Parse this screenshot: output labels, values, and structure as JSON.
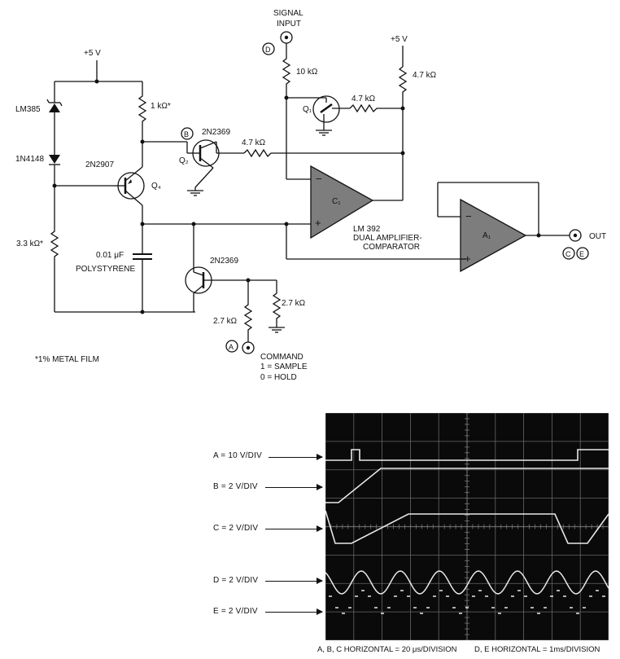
{
  "schematic": {
    "supply_left": "+5 V",
    "supply_right": "+5 V",
    "signal_input": [
      "SIGNAL",
      "INPUT"
    ],
    "node_d": "D",
    "node_b": "B",
    "node_a": "A",
    "node_c": "C",
    "node_e": "E",
    "lm385": "LM385",
    "diode": "1N4148",
    "r_1k": "1 kΩ*",
    "q4_part": "2N2907",
    "q4_label": "Q₄",
    "r_3k3": "3.3 kΩ*",
    "cap_value": "0.01 μF",
    "cap_type": "POLYSTYRENE",
    "q2_part": "2N2369",
    "q2_label": "Q₂",
    "r_q2": "4.7 kΩ",
    "r_10k": "10 kΩ",
    "q1_label": "Q₁",
    "r_q1": "4.7 kΩ",
    "r_pullup": "4.7 kΩ",
    "c1_label": "C₁",
    "minus": "−",
    "plus": "+",
    "ic_label": [
      "LM 392",
      "DUAL AMPLIFIER-",
      "COMPARATOR"
    ],
    "a1_label": "A₁",
    "out": "OUT",
    "sw_part": "2N2369",
    "r_27k_a": "2.7 kΩ",
    "r_27k_b": "2.7 kΩ",
    "command": [
      "COMMAND",
      "1 = SAMPLE",
      "0 = HOLD"
    ],
    "footnote": "*1% METAL FILM"
  },
  "scope": {
    "trace_labels": [
      "A = 10 V/DIV",
      "B = 2 V/DIV",
      "C = 2 V/DIV",
      "D = 2 V/DIV",
      "E = 2 V/DIV"
    ],
    "horizontal_abc": "A, B, C HORIZONTAL = 20 μs/DIVISION",
    "horizontal_de": "D, E HORIZONTAL = 1ms/DIVISION",
    "screen_color": "#0a0a0a",
    "trace_color": "#e8e8e8"
  }
}
